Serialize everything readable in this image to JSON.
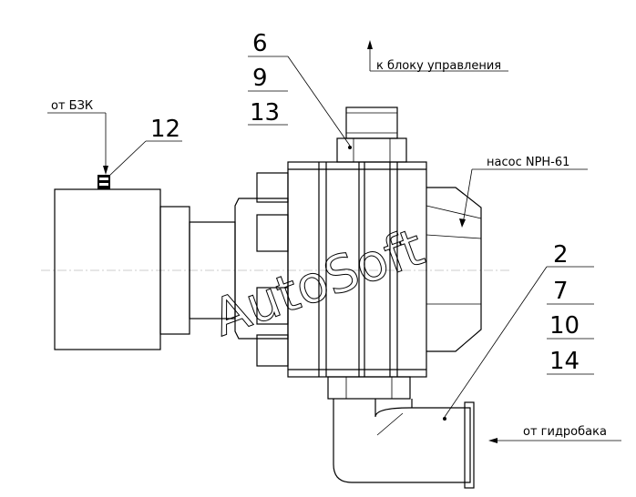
{
  "labels": {
    "to_control": "к блоку управления",
    "from_bzk": "от БЗК",
    "pump": "насос NPH-61",
    "from_tank": "от гидробака"
  },
  "callouts": {
    "upper": [
      "6",
      "9",
      "13"
    ],
    "left": "12",
    "right": [
      "2",
      "7",
      "10",
      "14"
    ]
  },
  "watermark": "AutoSoft"
}
